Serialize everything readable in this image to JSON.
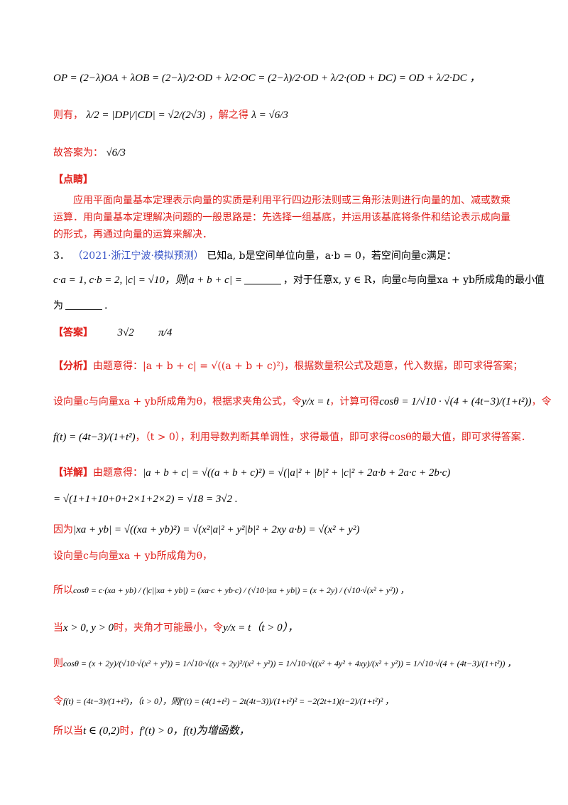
{
  "lines": {
    "l1": "OP = (2−λ)OA + λOB = (2−λ)/2·OD + λ/2·OC = (2−λ)/2·OD + λ/2·(OD + DC) = OD + λ/2·DC ，",
    "l2_prefix": "则有，",
    "l2_mid": "，解之得",
    "l2_result": "λ = √6/3",
    "l3_prefix": "故答案为：",
    "l3_result": "√6/3",
    "note_title": "【点睛】",
    "note_text": "应用平面向量基本定理表示向量的实质是利用平行四边形法则或三角形法则进行向量的加、减或数乘运算．用向量基本定理解决问题的一般思路是：先选择一组基底，并运用该基底将条件和结论表示成向量的形式，再通过向量的运算来解决．",
    "q_num": "3．",
    "q_source": "（2021·浙江宁波·模拟预测）",
    "q_text1": "已知a, b是空间单位向量，a·b = 0，若空间向量c满足：",
    "q_text2a": "c·a = 1, c·b = 2, |c| = √10，则|a + b + c| =",
    "q_text2b": "，对于任意x, y ∈ R，向量c与向量xa + yb所成角的最小值",
    "q_text3": "为",
    "ans_title": "【答案】",
    "ans_1": "3√2",
    "ans_2": "π/4",
    "ana_title": "【分析】",
    "ana_1a": "由题意得：|a + b + c| = √((a + b + c)²)",
    "ana_1b": "，根据数量积公式及题意，代入数据，即可求得答案；",
    "ana_2a": "设向量c与向量xa + yb所成角为θ，根据求夹角公式，令",
    "ana_2b": "y/x = t",
    "ana_2c": "，计算可得",
    "ana_2d": "cosθ = 1/√10 · √(4 + (4t−3)/(1+t²))",
    "ana_2e": "，令",
    "ana_3a": "f(t) = (4t−3)/(1+t²)",
    "ana_3b": "，（t > 0），利用导数判断其单调性，求得最值，即可求得cosθ的最大值，即可求得答案．",
    "det_title": "【详解】",
    "det_1a": "由题意得：",
    "det_1b": "|a + b + c| = √((a + b + c)²) = √(|a|² + |b|² + |c|² + 2a·b + 2a·c + 2b·c)",
    "det_2": "= √(1+1+10+0+2×1+2×2) = √18 = 3√2 .",
    "det_3a": "因为",
    "det_3b": "|xa + yb| = √((xa + yb)²) = √(x²|a|² + y²|b|² + 2xy a·b) = √(x² + y²)",
    "det_4": "设向量c与向量xa + yb所成角为θ，",
    "det_5a": "所以",
    "det_5b": "cosθ = c·(xa + yb) / (|c||xa + yb|) = (xa·c + yb·c) / (√10·|xa + yb|) = (x + 2y) / (√10·√(x² + y²)) ，",
    "det_6a": "当",
    "det_6b": "x > 0, y > 0",
    "det_6c": "时，夹角才可能最小，令",
    "det_6d": "y/x = t（t > 0），",
    "det_7a": "则",
    "det_7b": "cosθ = (x + 2y)/(√10·√(x² + y²)) = 1/√10·√((x + 2y)²/(x² + y²)) = 1/√10·√((x² + 4y² + 4xy)/(x² + y²)) = 1/√10·√(4 + (4t−3)/(1+t²)) ，",
    "det_8a": "令",
    "det_8b": "f(t) = (4t−3)/(1+t²)，（t > 0），则f′(t) = (4(1+t²) − 2t(4t−3))/(1+t²)² = −2(2t+1)(t−2)/(1+t²)² ，",
    "det_9a": "所以当",
    "det_9b": "t ∈ (0,2)",
    "det_9c": "时，",
    "det_9d": "f′(t) > 0，f(t)为增函数，"
  }
}
